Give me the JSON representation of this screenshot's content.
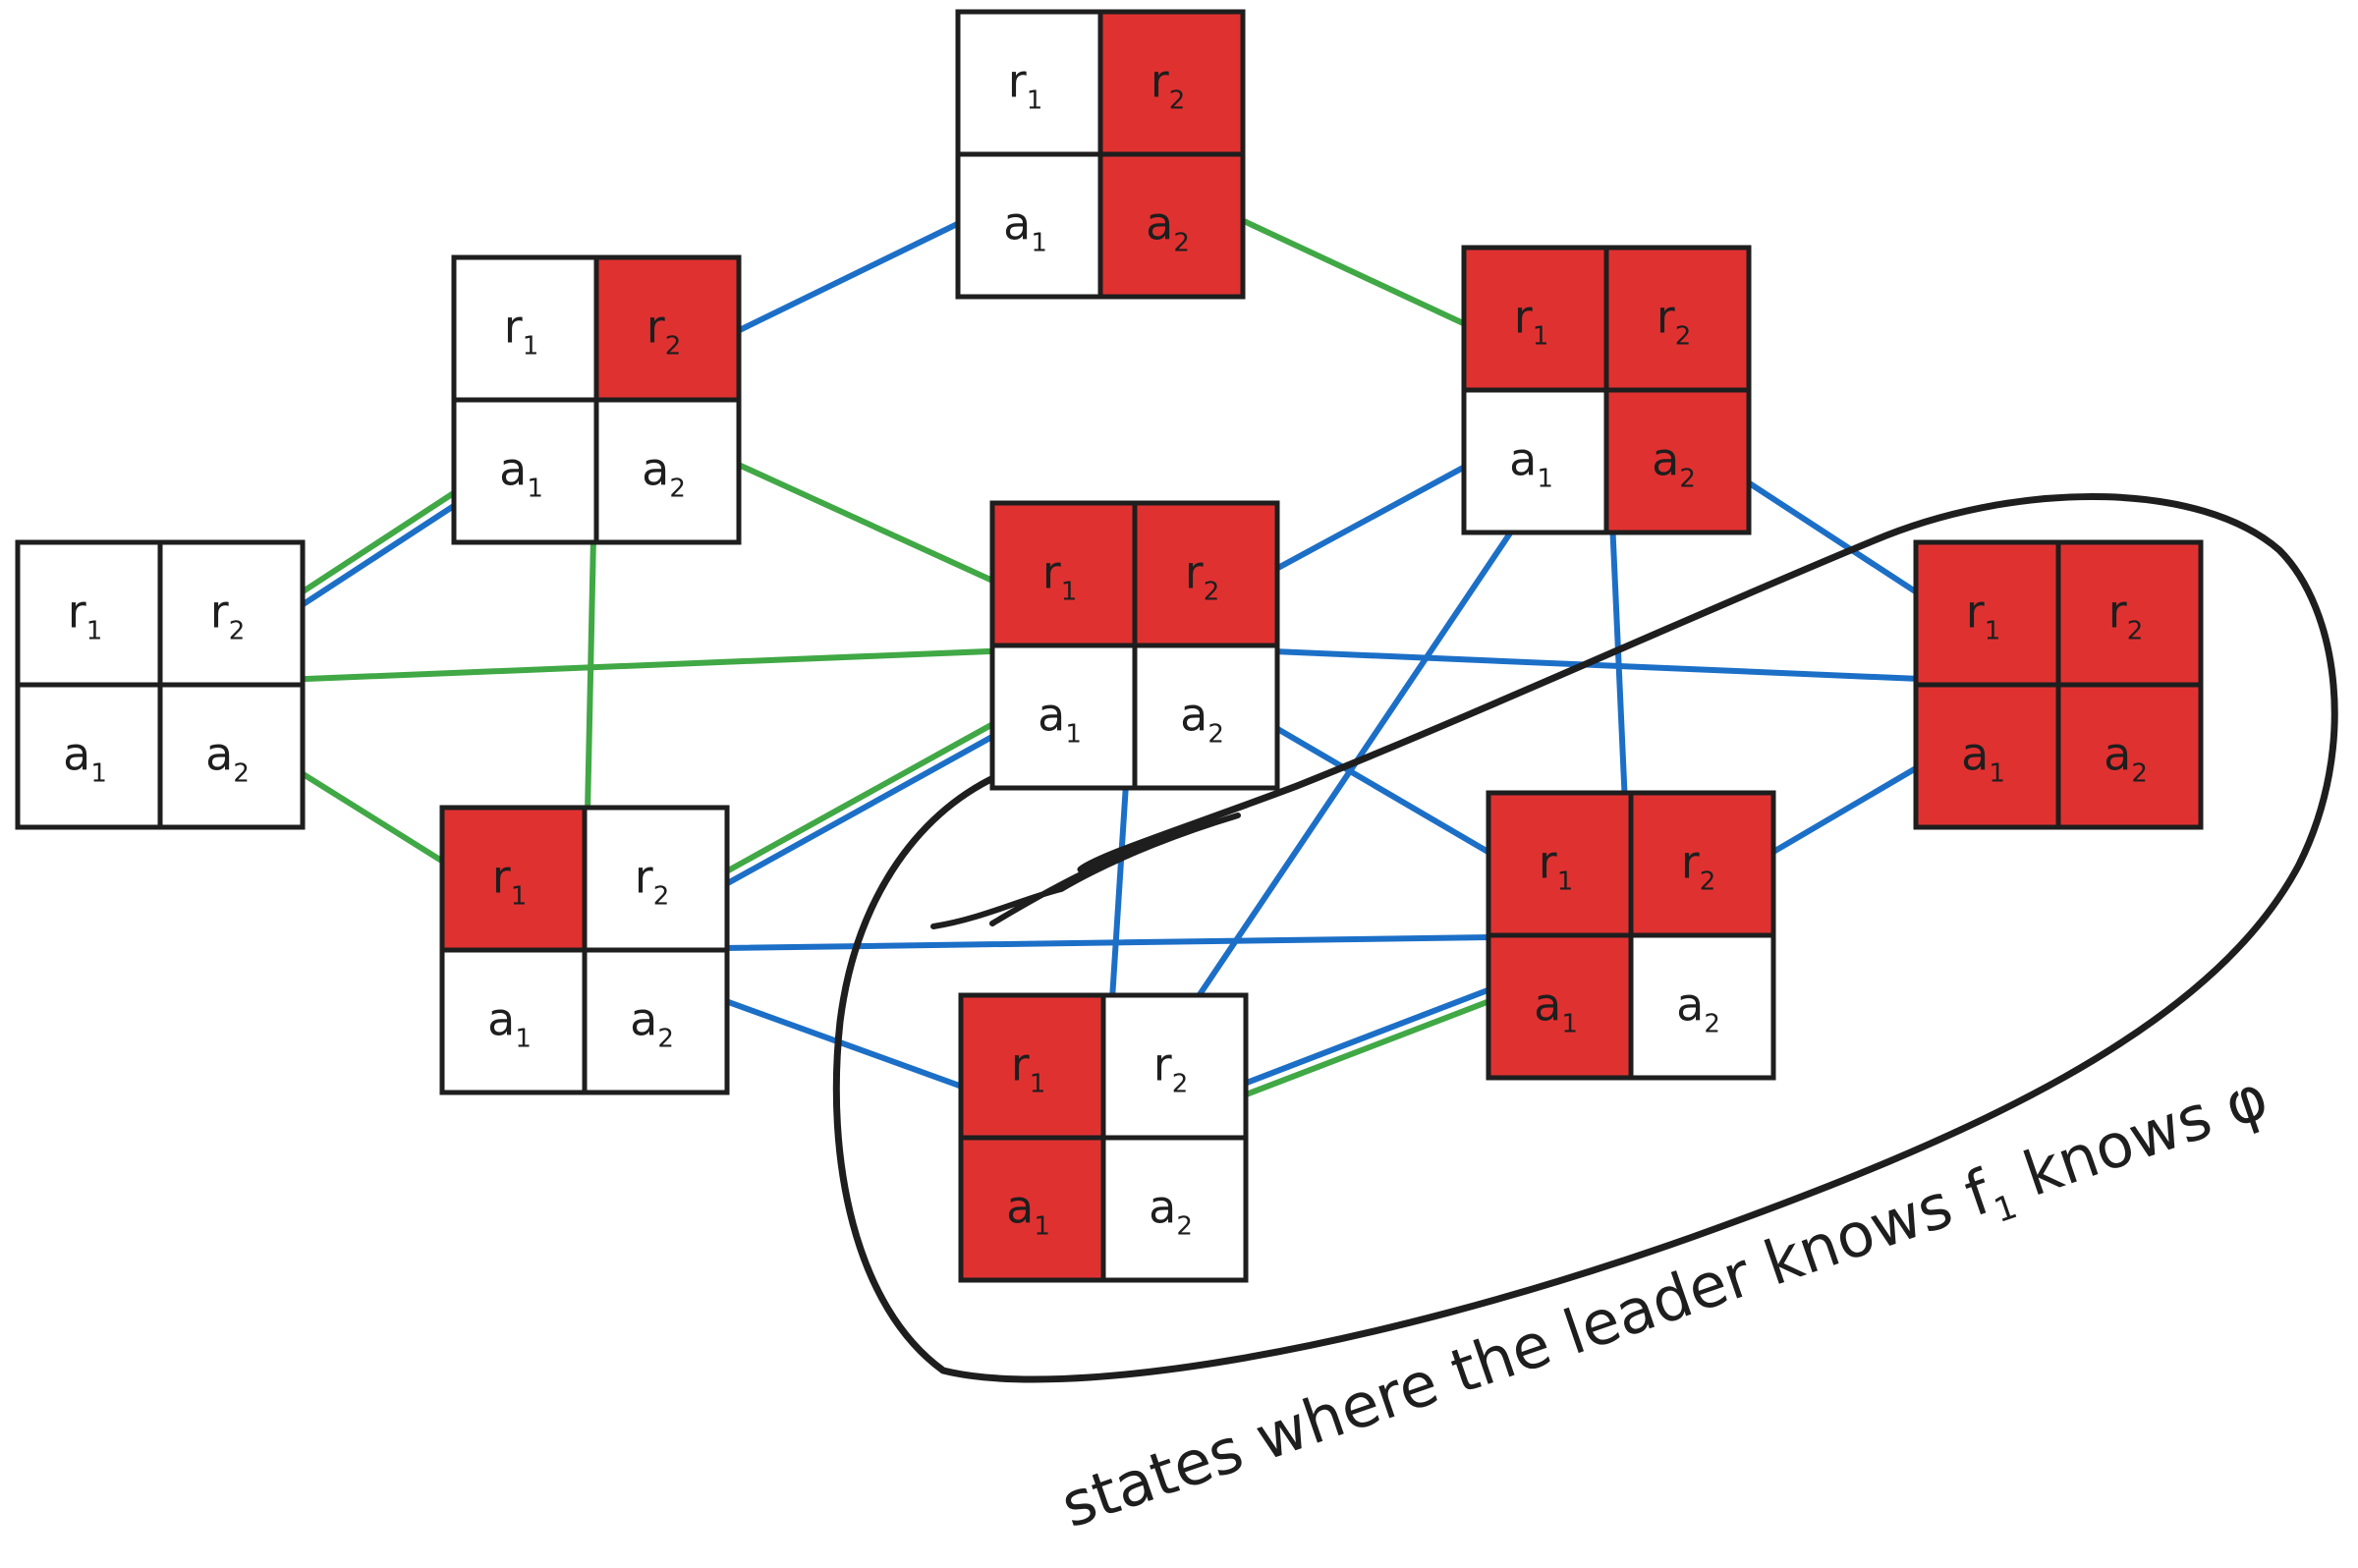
{
  "colors": {
    "cell_on": "#e03131",
    "cell_off": "#ffffff",
    "ink": "#1e1e1e",
    "edge_green": "#40a845",
    "edge_blue": "#1c6fc7"
  },
  "cell_labels": [
    "r",
    "r",
    "a",
    "a"
  ],
  "cell_subscripts": [
    "1",
    "2",
    "1",
    "2"
  ],
  "states": [
    {
      "id": "S0",
      "red": [
        false,
        false,
        false,
        false
      ]
    },
    {
      "id": "S1",
      "red": [
        false,
        true,
        false,
        false
      ]
    },
    {
      "id": "S2",
      "red": [
        false,
        true,
        false,
        true
      ]
    },
    {
      "id": "S3",
      "red": [
        true,
        false,
        false,
        false
      ]
    },
    {
      "id": "S4",
      "red": [
        true,
        true,
        false,
        false
      ]
    },
    {
      "id": "S5",
      "red": [
        true,
        true,
        false,
        true
      ]
    },
    {
      "id": "S6",
      "red": [
        true,
        false,
        true,
        false
      ]
    },
    {
      "id": "S7",
      "red": [
        true,
        true,
        true,
        false
      ]
    },
    {
      "id": "S8",
      "red": [
        true,
        true,
        true,
        true
      ]
    }
  ],
  "edges": [
    {
      "from": "S0",
      "to": "S1",
      "color": "green"
    },
    {
      "from": "S0",
      "to": "S1",
      "color": "blue"
    },
    {
      "from": "S0",
      "to": "S4",
      "color": "green"
    },
    {
      "from": "S0",
      "to": "S3",
      "color": "green"
    },
    {
      "from": "S1",
      "to": "S2",
      "color": "blue"
    },
    {
      "from": "S1",
      "to": "S3",
      "color": "green"
    },
    {
      "from": "S1",
      "to": "S4",
      "color": "green"
    },
    {
      "from": "S2",
      "to": "S5",
      "color": "green"
    },
    {
      "from": "S3",
      "to": "S4",
      "color": "green"
    },
    {
      "from": "S3",
      "to": "S4",
      "color": "blue"
    },
    {
      "from": "S3",
      "to": "S7",
      "color": "blue"
    },
    {
      "from": "S3",
      "to": "S6",
      "color": "blue"
    },
    {
      "from": "S4",
      "to": "S5",
      "color": "blue"
    },
    {
      "from": "S4",
      "to": "S8",
      "color": "blue"
    },
    {
      "from": "S4",
      "to": "S7",
      "color": "blue"
    },
    {
      "from": "S4",
      "to": "S6",
      "color": "blue"
    },
    {
      "from": "S5",
      "to": "S8",
      "color": "blue"
    },
    {
      "from": "S5",
      "to": "S7",
      "color": "blue"
    },
    {
      "from": "S5",
      "to": "S6",
      "color": "blue"
    },
    {
      "from": "S6",
      "to": "S7",
      "color": "blue"
    },
    {
      "from": "S6",
      "to": "S7",
      "color": "green"
    },
    {
      "from": "S7",
      "to": "S8",
      "color": "blue"
    }
  ],
  "caption": {
    "before": "states where the leader knows f",
    "sub": "1",
    "after": " knows φ"
  }
}
